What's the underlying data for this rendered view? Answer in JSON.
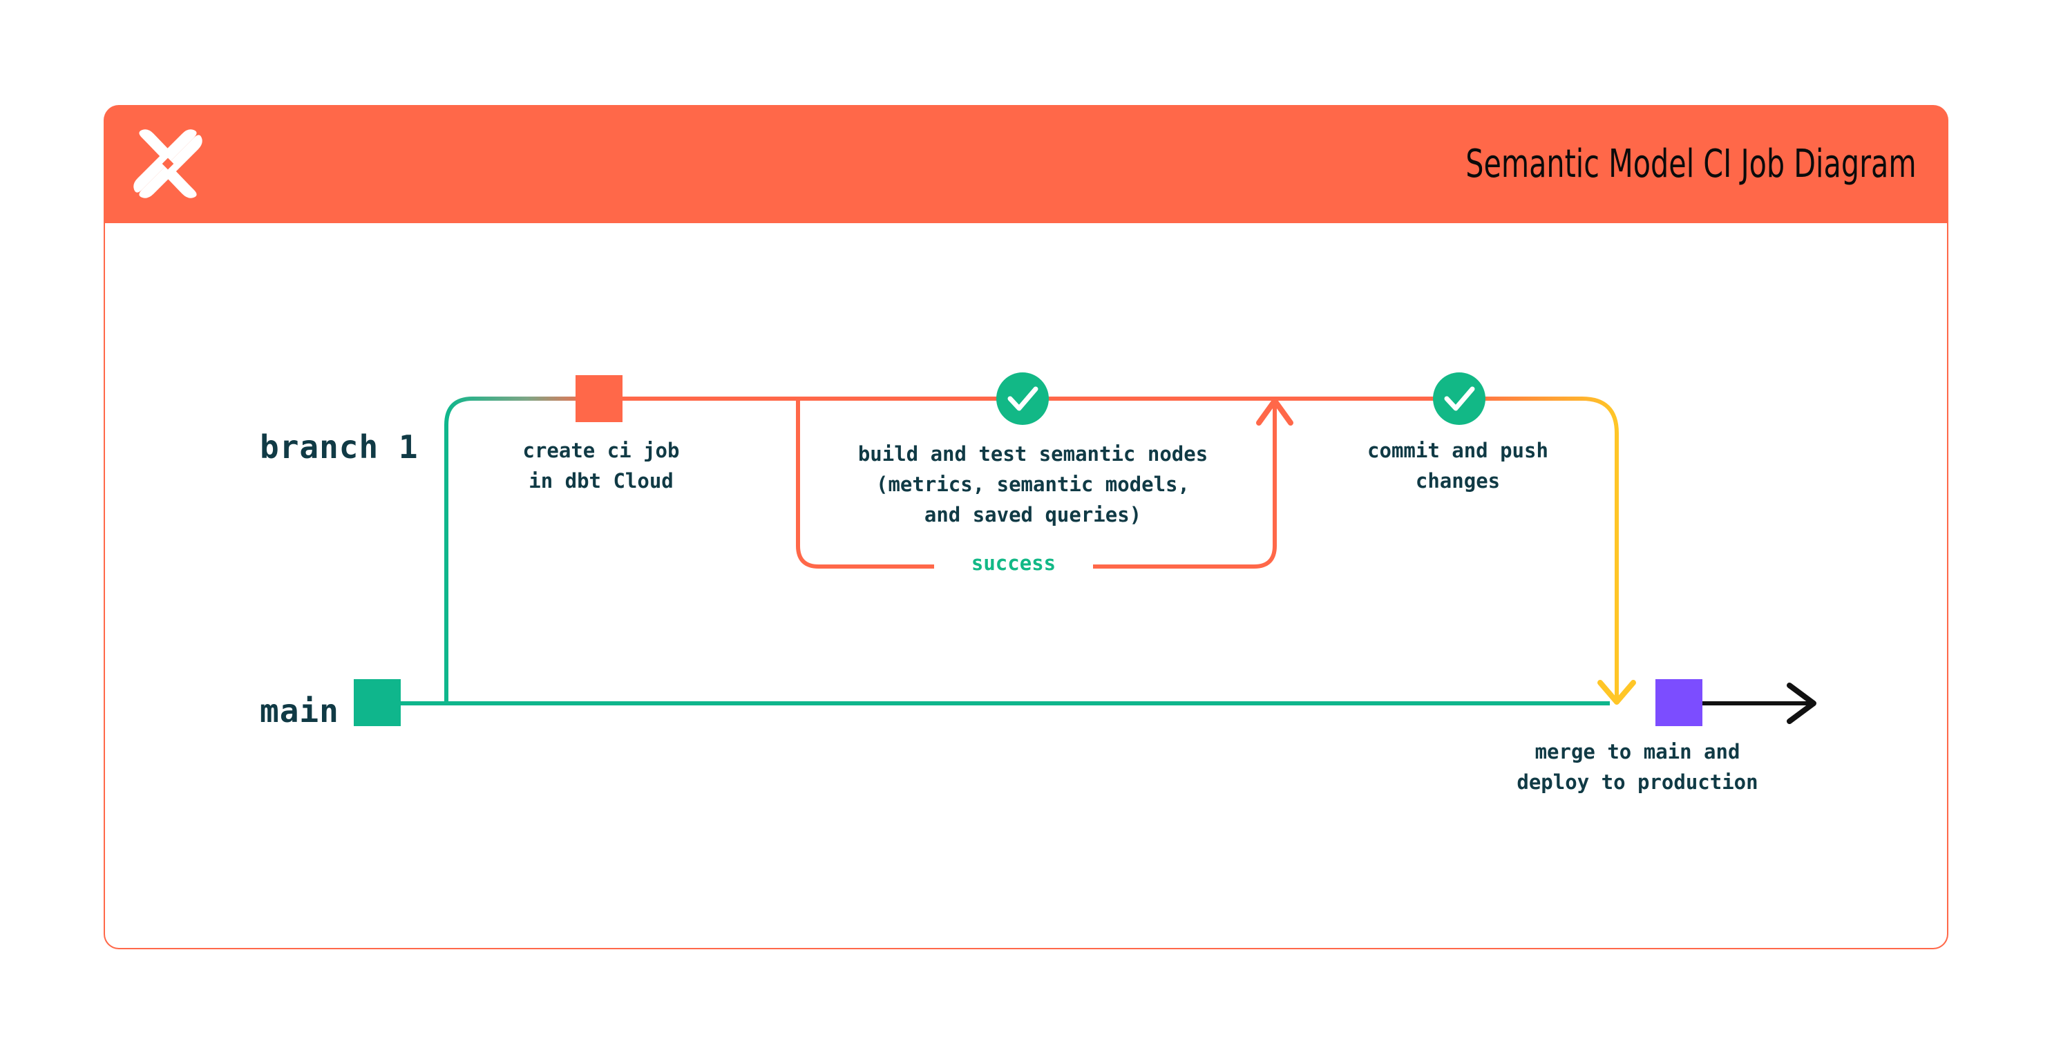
{
  "header": {
    "title": "Semantic Model CI Job Diagram",
    "logo_icon": "dbt-x-logo-icon",
    "background_color": "#FF6849"
  },
  "card": {
    "border_color": "#FF6849",
    "background_color": "#FFFFFF"
  },
  "colors": {
    "orange": "#FF6849",
    "green": "#12B886",
    "teal_green": "#0FB68C",
    "yellow": "#FFC627",
    "purple": "#7C4DFF",
    "navy_text": "#103A45",
    "black": "#111111"
  },
  "lanes": [
    {
      "id": "branch-1",
      "label": "branch 1",
      "color": "#FF6849"
    },
    {
      "id": "main",
      "label": "main",
      "color": "#0FB68C"
    }
  ],
  "nodes": [
    {
      "id": "create-ci-job",
      "marker": "square",
      "marker_color": "#FF6849",
      "lane": "branch-1",
      "caption": "create ci job\nin dbt Cloud"
    },
    {
      "id": "build-and-test",
      "marker": "check-circle",
      "marker_color": "#12B886",
      "lane": "branch-1",
      "caption": "build and test semantic nodes\n(metrics, semantic models,\nand saved queries)"
    },
    {
      "id": "commit-and-push",
      "marker": "check-circle",
      "marker_color": "#12B886",
      "lane": "branch-1",
      "caption": "commit and push\nchanges"
    },
    {
      "id": "merge-to-main",
      "marker": "square",
      "marker_color": "#7C4DFF",
      "lane": "main",
      "caption": "merge to main and\ndeploy to production"
    }
  ],
  "edges": [
    {
      "id": "retry-loop",
      "label": "success",
      "color": "#FF6849",
      "label_color": "#12B886"
    },
    {
      "id": "branch-off",
      "label": "",
      "color": "#0FB68C"
    },
    {
      "id": "merge-down",
      "label": "",
      "color": "#FFC627"
    },
    {
      "id": "main-continue",
      "label": "",
      "color": "#111111"
    }
  ]
}
